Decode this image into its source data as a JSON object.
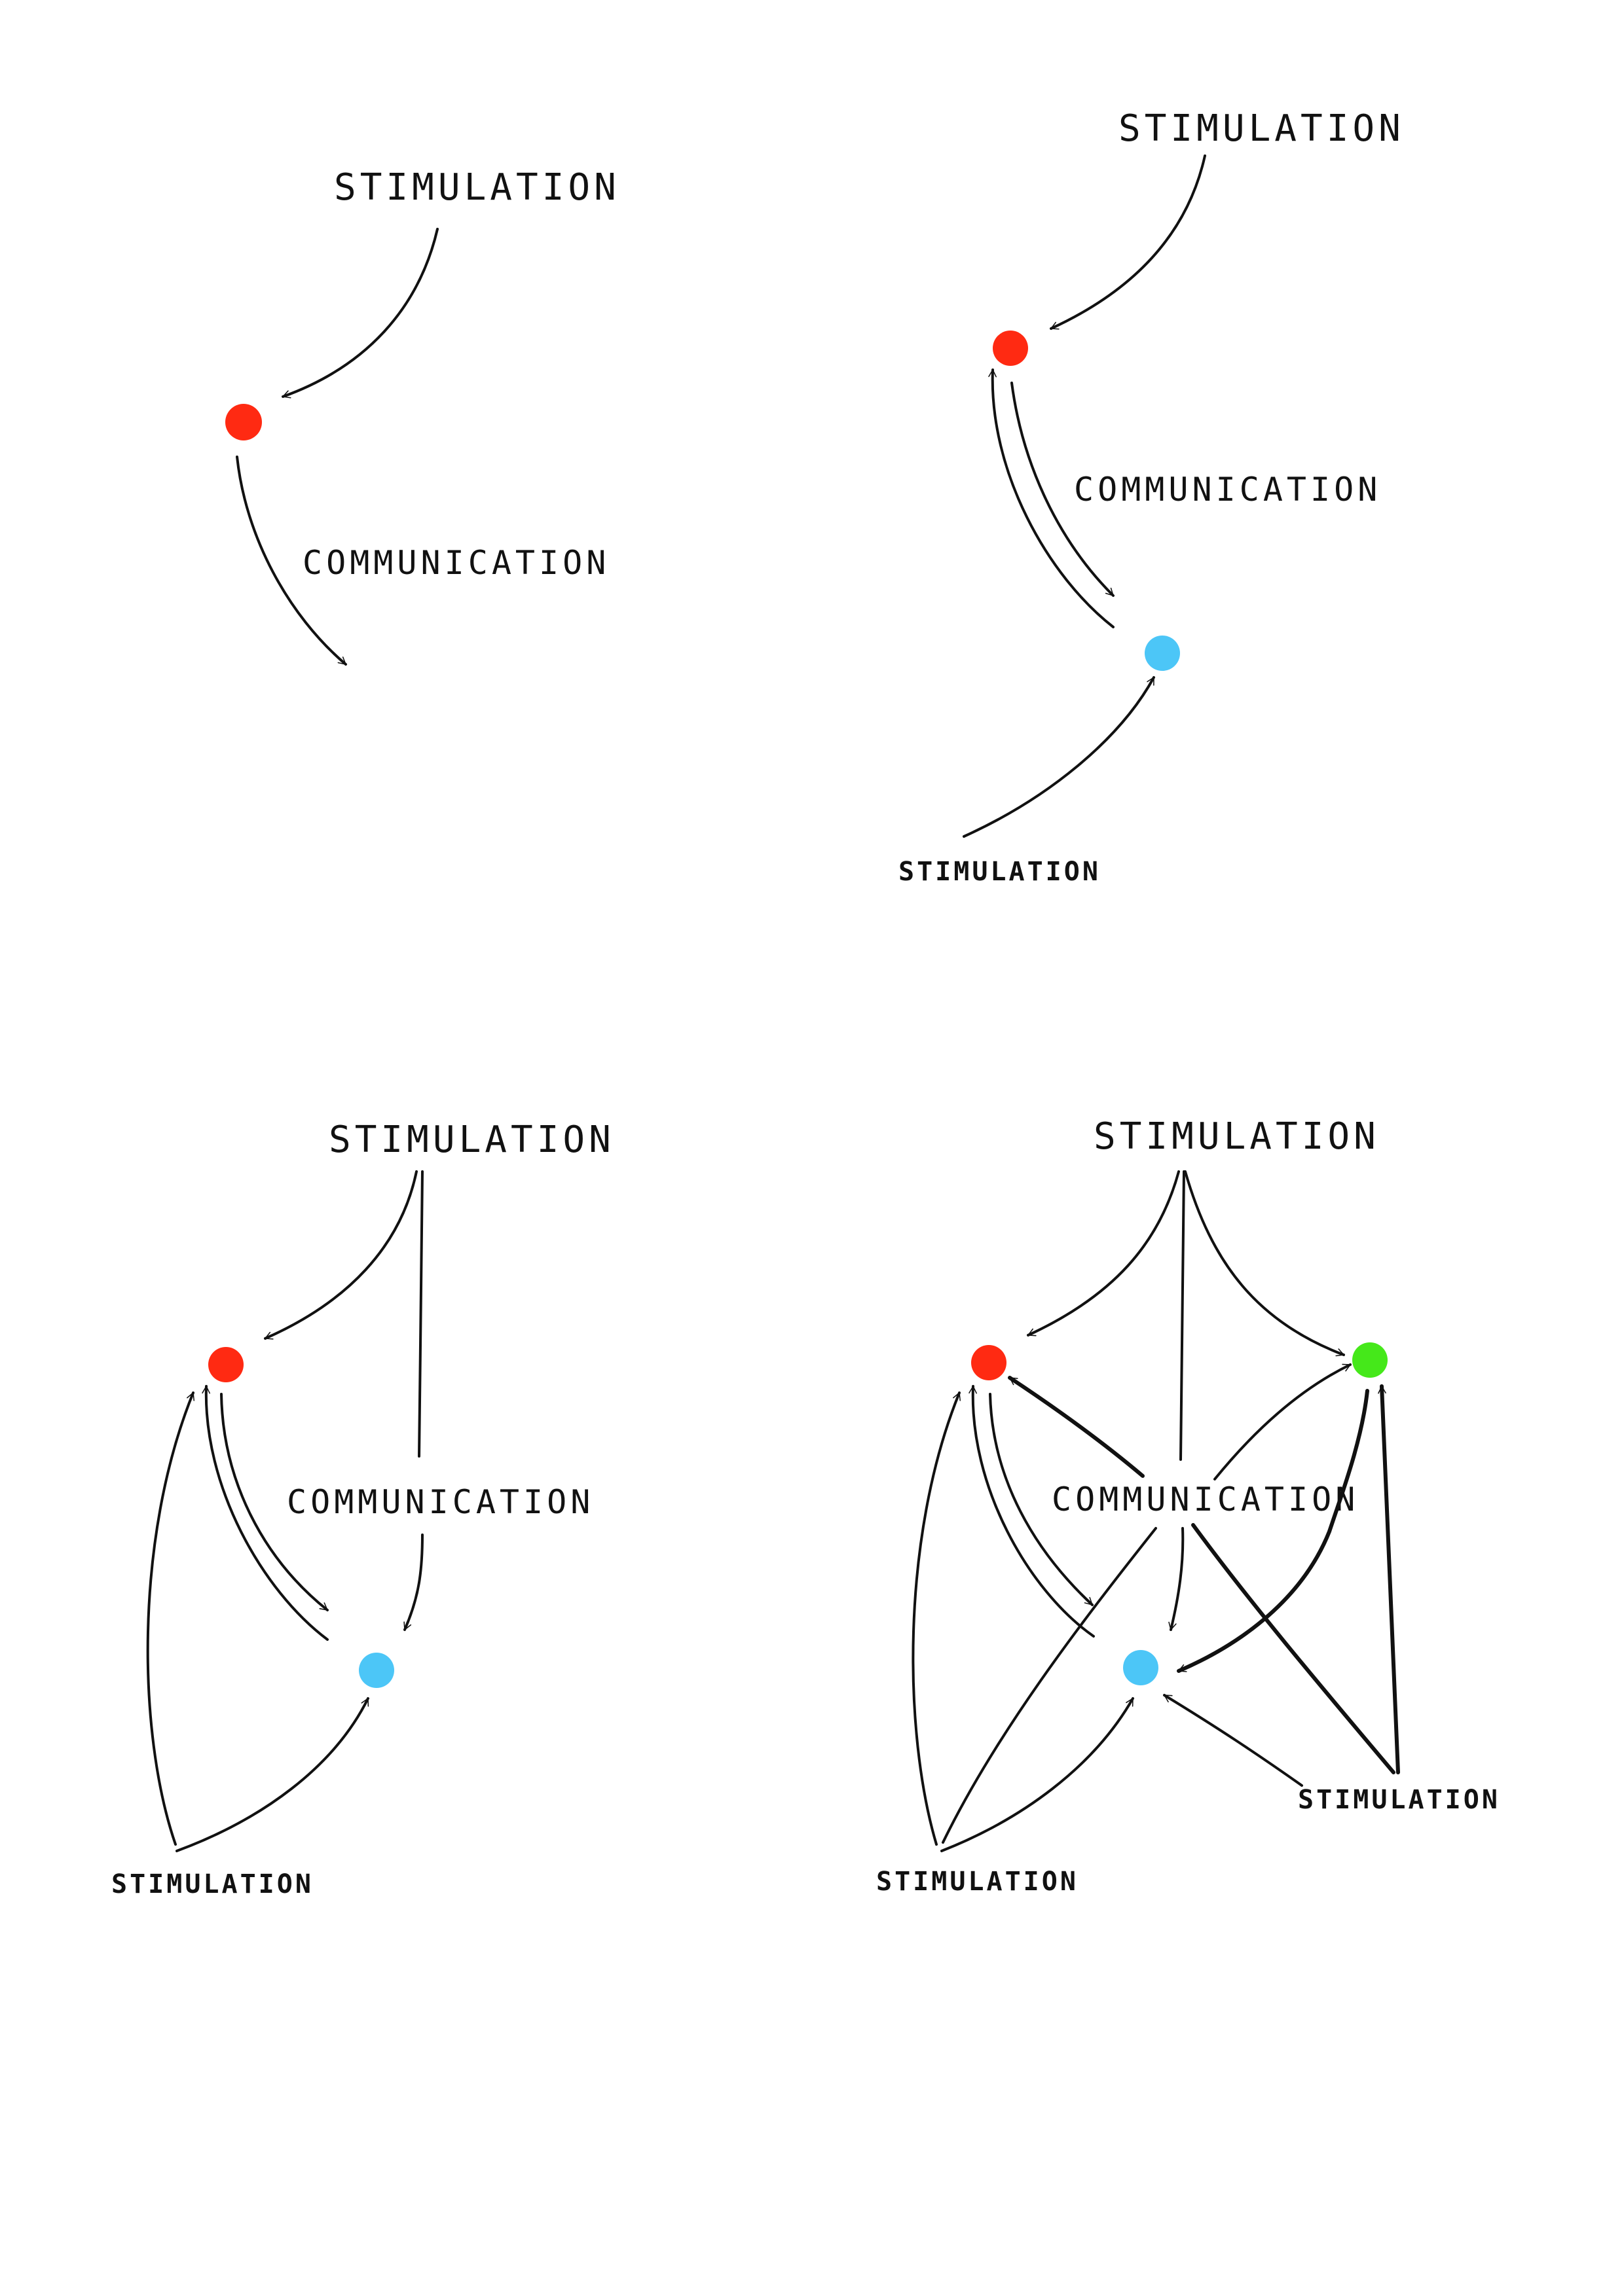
{
  "colors": {
    "ink": "#111111",
    "red_node": "#ff2a12",
    "blue_node": "#4cc6f7",
    "green_node": "#45e81a",
    "background": "#ffffff"
  },
  "panels": [
    {
      "id": "panel-1",
      "labels": {
        "stimulation_top": "STIMULATION",
        "communication": "COMMUNICATION"
      }
    },
    {
      "id": "panel-2",
      "labels": {
        "stimulation_top": "STIMULATION",
        "communication": "COMMUNICATION",
        "stimulation_bottom": "STIMULATION"
      }
    },
    {
      "id": "panel-3",
      "labels": {
        "stimulation_top": "STIMULATION",
        "communication": "COMMUNICATION",
        "stimulation_bottom": "STIMULATION"
      }
    },
    {
      "id": "panel-4",
      "labels": {
        "stimulation_top": "STIMULATION",
        "communication": "COMMUNICATION",
        "stimulation_bottom_left": "STIMULATION",
        "stimulation_bottom_right": "STIMULATION"
      }
    }
  ]
}
